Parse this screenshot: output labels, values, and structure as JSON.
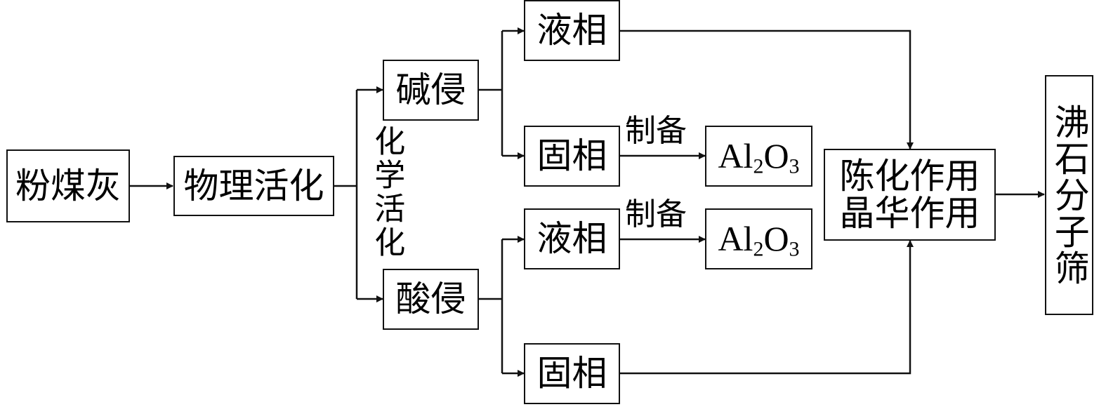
{
  "nodes": {
    "fly_ash": "粉煤灰",
    "physical_activation": "物理活化",
    "alkali_leach": "碱侵",
    "acid_leach": "酸侵",
    "liquid_phase_top": "液相",
    "solid_phase_upper": "固相",
    "liquid_phase_lower": "液相",
    "solid_phase_bottom": "固相",
    "aging_line1": "陈化作用",
    "aging_line2": "晶华作用",
    "zeolite": "沸石分子筛",
    "alumina_upper": {
      "el1": "Al",
      "n1": "2",
      "el2": "O",
      "n2": "3"
    },
    "alumina_lower": {
      "el1": "Al",
      "n1": "2",
      "el2": "O",
      "n2": "3"
    }
  },
  "labels": {
    "chemical_activation": "化学活化",
    "prepare_upper": "制备",
    "prepare_lower": "制备"
  },
  "colors": {
    "line": "#111111",
    "background": "#ffffff"
  }
}
